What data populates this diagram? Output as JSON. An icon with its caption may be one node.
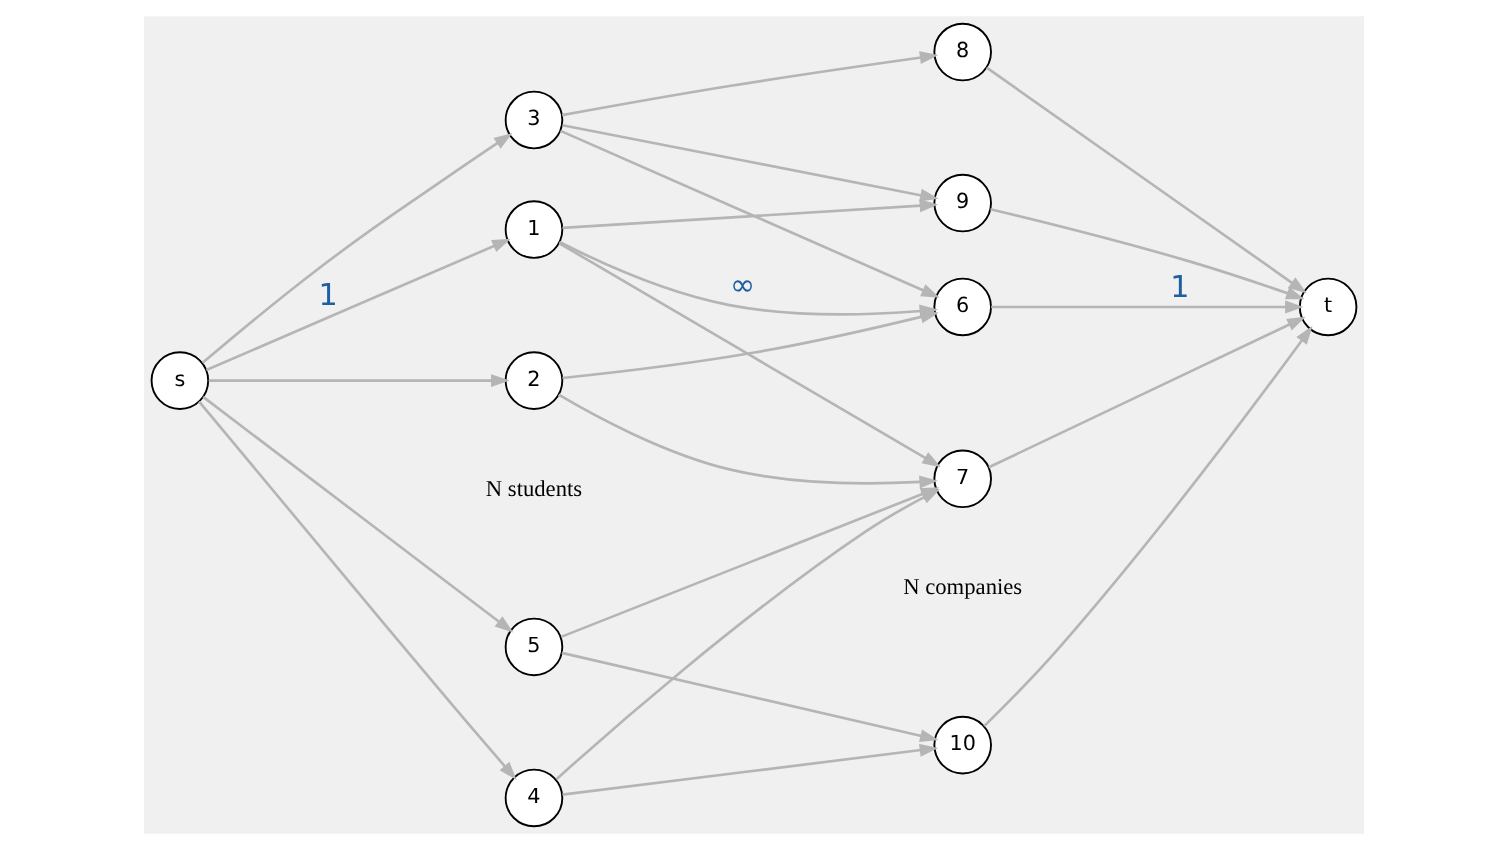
{
  "diagram": {
    "nodes": [
      {
        "text": [
          "s"
        ]
      },
      {
        "text": [
          "1"
        ]
      },
      {
        "text": [
          "2"
        ]
      },
      {
        "text": [
          "3"
        ]
      },
      {
        "text": [
          "4"
        ]
      },
      {
        "text": [
          "5"
        ]
      },
      {
        "text": [
          "6"
        ]
      },
      {
        "text": [
          "7"
        ]
      },
      {
        "text": [
          "8"
        ]
      },
      {
        "text": [
          "9"
        ]
      },
      {
        "text": [
          "10"
        ]
      },
      {
        "text": [
          "t"
        ]
      }
    ],
    "edges": [
      {
        "from": 0,
        "to": 1,
        "arrow": "to",
        "label": "1"
      },
      {
        "from": 0,
        "to": 2,
        "arrow": "to"
      },
      {
        "from": 0,
        "to": 3,
        "arrow": "to"
      },
      {
        "from": 0,
        "to": 4,
        "arrow": "to"
      },
      {
        "from": 0,
        "to": 5,
        "arrow": "to"
      },
      {
        "from": 1,
        "to": 6,
        "arrow": "to",
        "label": "∞"
      },
      {
        "from": 1,
        "to": 7,
        "arrow": "to"
      },
      {
        "from": 1,
        "to": 9,
        "arrow": "to"
      },
      {
        "from": 2,
        "to": 6,
        "arrow": "to"
      },
      {
        "from": 2,
        "to": 7,
        "arrow": "to"
      },
      {
        "from": 3,
        "to": 6,
        "arrow": "to"
      },
      {
        "from": 3,
        "to": 8,
        "arrow": "to"
      },
      {
        "from": 3,
        "to": 9,
        "arrow": "to"
      },
      {
        "from": 4,
        "to": 7,
        "arrow": "to"
      },
      {
        "from": 4,
        "to": 10,
        "arrow": "to"
      },
      {
        "from": 5,
        "to": 7,
        "arrow": "to"
      },
      {
        "from": 5,
        "to": 10,
        "arrow": "to"
      },
      {
        "from": 6,
        "to": 11,
        "arrow": "to",
        "label": "1"
      },
      {
        "from": 7,
        "to": 11,
        "arrow": "to"
      },
      {
        "from": 8,
        "to": 11,
        "arrow": "to"
      },
      {
        "from": 9,
        "to": 11,
        "arrow": "to"
      },
      {
        "from": 10,
        "to": 11,
        "arrow": "to"
      }
    ],
    "labels": [
      "N students",
      "N companies"
    ]
  }
}
